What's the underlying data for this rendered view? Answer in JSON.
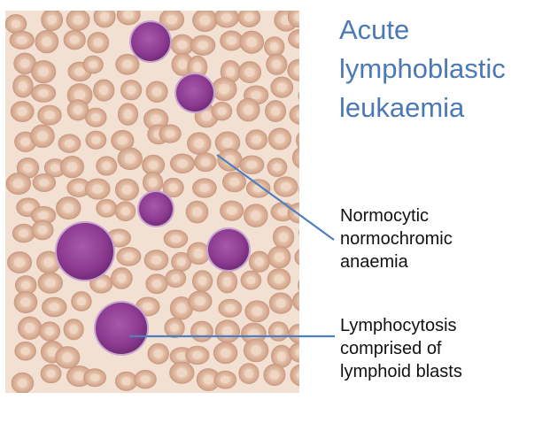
{
  "title": {
    "line1": "Acute",
    "line2": "lymphoblastic",
    "line3": "leukaemia"
  },
  "annotations": [
    {
      "lines": [
        "Normocytic",
        "normochromic",
        "anaemia"
      ]
    },
    {
      "lines": [
        "Lymphocytosis",
        "comprised of",
        "lymphoid blasts"
      ]
    }
  ],
  "colors": {
    "title": "#4a79b5",
    "pointer": "#4f7fbf",
    "background_plasma": "#f3e2d4",
    "red_cell": "#dcb49a",
    "blast_nucleus": "#8e3c93"
  }
}
